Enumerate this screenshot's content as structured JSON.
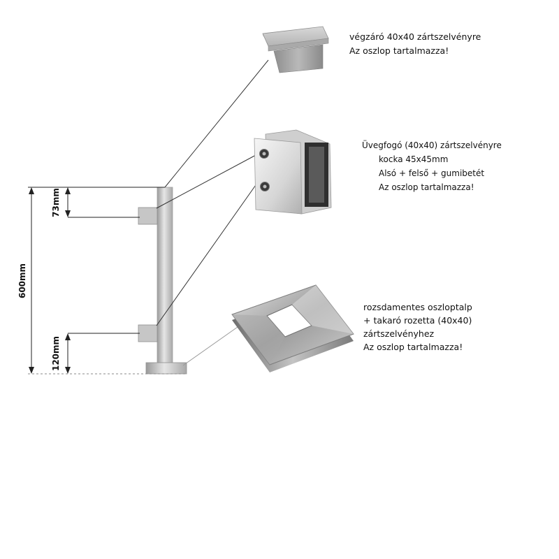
{
  "dimensions": {
    "total_height": "600mm",
    "top_offset": "73mm",
    "bottom_offset": "120mm"
  },
  "callouts": {
    "end_cap": {
      "lines": [
        "végzáró 40x40 zártszelvényre",
        "Az oszlop tartalmazza!"
      ]
    },
    "glass_clamp": {
      "lines": [
        "Üvegfogó (40x40) zártszelvényre",
        "kocka 45x45mm",
        "Alsó + felső + gumibetét",
        "Az oszlop tartalmazza!"
      ]
    },
    "base_plate": {
      "lines": [
        "rozsdamentes oszloptalp",
        "+ takaró rozetta  (40x40)",
        "zártszelvényhez",
        "Az oszlop tartalmazza!"
      ]
    }
  },
  "icons": [
    "end-cap-icon",
    "glass-clamp-icon",
    "base-plate-icon",
    "post-icon"
  ]
}
